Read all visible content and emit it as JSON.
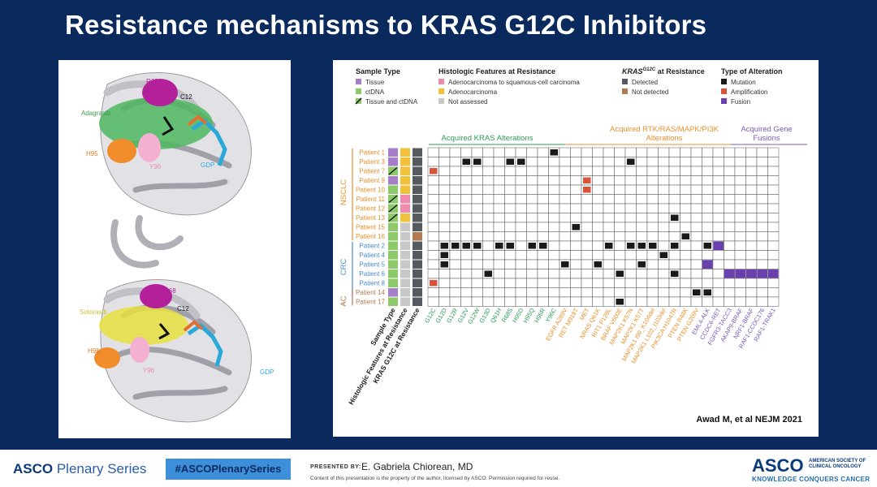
{
  "slide": {
    "title": "Resistance mechanisms to KRAS G12C Inhibitors"
  },
  "structures": {
    "top": {
      "drug": "Adagrasib",
      "labels": [
        "R68",
        "C12",
        "H95",
        "Y96",
        "GDP"
      ]
    },
    "bottom": {
      "drug": "Sotorasib",
      "labels": [
        "R68",
        "C12",
        "H95",
        "Y96",
        "GDP"
      ]
    }
  },
  "legend": {
    "sample_type": {
      "title": "Sample Type",
      "items": [
        "Tissue",
        "ctDNA",
        "Tissue and ctDNA"
      ],
      "colors": [
        "#a67fc8",
        "#8dc86a"
      ]
    },
    "histologic": {
      "title": "Histologic Features at Resistance",
      "items": [
        "Adenocarcinoma to squamous-cell carcinoma",
        "Adenocarcinoma",
        "Not assessed"
      ],
      "colors": [
        "#f08aac",
        "#f3c03a",
        "#c8c8c8"
      ]
    },
    "kras": {
      "title": "KRAS",
      "title_sup": "G12C",
      "title_suffix": " at Resistance",
      "items": [
        "Detected",
        "Not detected"
      ],
      "colors": [
        "#555a60",
        "#b07a52"
      ]
    },
    "alteration": {
      "title": "Type of Alteration",
      "items": [
        "Mutation",
        "Amplification",
        "Fusion"
      ],
      "colors": [
        "#1a1a1a",
        "#d9533a",
        "#6a3fb0"
      ]
    }
  },
  "group_headers": {
    "kras": "Acquired KRAS Alterations",
    "rtk_line1": "Acquired RTK/RAS/MAPK/PI3K",
    "rtk_line2": "Alterations",
    "fusion_line1": "Acquired Gene",
    "fusion_line2": "Fusions"
  },
  "cohorts": [
    "NSCLC",
    "CRC",
    "AC"
  ],
  "patients": [
    "Patient 1",
    "Patient 3",
    "Patient 7",
    "Patient 9",
    "Patient 10",
    "Patient 11",
    "Patient 12",
    "Patient 13",
    "Patient 15",
    "Patient 16",
    "Patient 2",
    "Patient 4",
    "Patient 5",
    "Patient 6",
    "Patient 8",
    "Patient 14",
    "Patient 17"
  ],
  "annotation_columns": [
    "Sample Type",
    "Histologic Features at Resistance",
    "KRAS G12C at Resistance"
  ],
  "alterations": [
    "G12C",
    "G12D",
    "G12R",
    "G12V",
    "G12W",
    "G13D",
    "Q61H",
    "R68S",
    "H95D",
    "H95Q",
    "H95R",
    "Y96C",
    "EGFR A289V",
    "RET M918T",
    "MET",
    "NRAS Q61K",
    "RIT1 P128L",
    "BRAF V600E",
    "MAP2K1 K57N",
    "MAP2K1 K57T",
    "MAP2K1 I99_K104del",
    "MAP2K1 L102_I103del",
    "PIK3CA H1047R",
    "PTEN R48K",
    "PTEN G209V",
    "EML4-ALK",
    "CCDC6-RET",
    "FGFR3-TACC3",
    "AKAP9-BRAF",
    "NRF1-BRAF",
    "RAF1-CCDC176",
    "RAF1-TRAK1"
  ],
  "chart_data": {
    "type": "table",
    "sample_type": [
      "T",
      "T",
      "TC",
      "T",
      "C",
      "TC",
      "TC",
      "TC",
      "C",
      "C",
      "C",
      "C",
      "C",
      "C",
      "C",
      "T",
      "C"
    ],
    "histology": [
      "A",
      "A",
      "A",
      "A",
      "A",
      "S",
      "S",
      "A",
      "N",
      "N",
      "N",
      "N",
      "N",
      "N",
      "N",
      "N",
      "N"
    ],
    "kras_g12c": [
      "D",
      "D",
      "D",
      "D",
      "D",
      "D",
      "D",
      "D",
      "D",
      "X",
      "D",
      "D",
      "D",
      "D",
      "D",
      "D",
      "D"
    ],
    "cells": [
      [
        [
          11,
          "M"
        ]
      ],
      [
        [
          3,
          "M"
        ],
        [
          4,
          "M"
        ],
        [
          7,
          "M"
        ],
        [
          8,
          "M"
        ],
        [
          18,
          "M"
        ]
      ],
      [
        [
          0,
          "A"
        ]
      ],
      [
        [
          14,
          "A"
        ]
      ],
      [
        [
          14,
          "A"
        ]
      ],
      [],
      [],
      [
        [
          22,
          "M"
        ]
      ],
      [
        [
          13,
          "M"
        ]
      ],
      [
        [
          23,
          "M"
        ]
      ],
      [
        [
          1,
          "M"
        ],
        [
          2,
          "M"
        ],
        [
          3,
          "M"
        ],
        [
          4,
          "M"
        ],
        [
          6,
          "M"
        ],
        [
          7,
          "M"
        ],
        [
          9,
          "M"
        ],
        [
          10,
          "M"
        ],
        [
          16,
          "M"
        ],
        [
          18,
          "M"
        ],
        [
          19,
          "M"
        ],
        [
          20,
          "M"
        ],
        [
          22,
          "M"
        ],
        [
          25,
          "M"
        ],
        [
          26,
          "F"
        ]
      ],
      [
        [
          1,
          "M"
        ],
        [
          21,
          "M"
        ]
      ],
      [
        [
          1,
          "M"
        ],
        [
          12,
          "M"
        ],
        [
          15,
          "M"
        ],
        [
          19,
          "M"
        ],
        [
          25,
          "F"
        ]
      ],
      [
        [
          5,
          "M"
        ],
        [
          17,
          "M"
        ],
        [
          22,
          "M"
        ],
        [
          27,
          "F"
        ],
        [
          28,
          "F"
        ],
        [
          29,
          "F"
        ],
        [
          30,
          "F"
        ],
        [
          31,
          "F"
        ]
      ],
      [
        [
          0,
          "A"
        ]
      ],
      [
        [
          24,
          "M"
        ],
        [
          25,
          "M"
        ]
      ],
      [
        [
          17,
          "M"
        ]
      ]
    ]
  },
  "citation": "Awad M, et al NEJM 2021",
  "footer": {
    "brand": "ASCO",
    "brand_suffix": " Plenary Series",
    "hashtag": "#ASCOPlenarySeries",
    "presented_by": "PRESENTED BY:",
    "presenter": "E. Gabriela Chiorean, MD",
    "notice": "Content of this presentation is the property of the author, licensed by ASCO. Permission required for reuse.",
    "logo": "ASCO",
    "society": [
      "AMERICAN SOCIETY OF",
      "CLINICAL ONCOLOGY"
    ],
    "tagline": "KNOWLEDGE CONQUERS CANCER"
  }
}
